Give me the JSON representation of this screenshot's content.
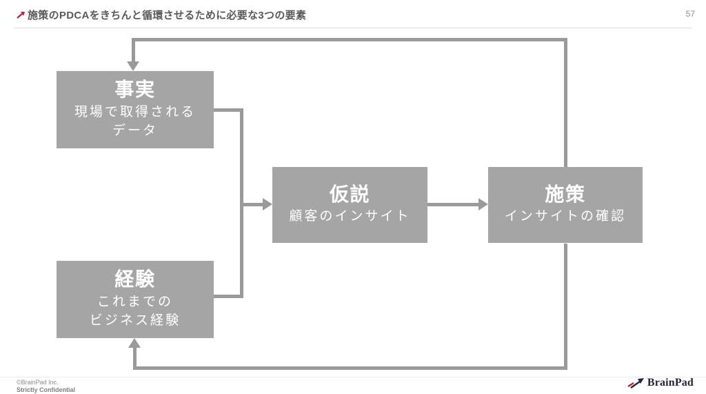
{
  "header": {
    "title": "施策のPDCAをきちんと循環させるために必要な3つの要素",
    "page_number": "57"
  },
  "diagram": {
    "boxes": [
      {
        "id": "fact",
        "title": "事実",
        "lines": [
          "現場で取得される",
          "データ"
        ]
      },
      {
        "id": "experience",
        "title": "経験",
        "lines": [
          "これまでの",
          "ビジネス経験"
        ]
      },
      {
        "id": "hypothesis",
        "title": "仮説",
        "lines": [
          "顧客のインサイト"
        ]
      },
      {
        "id": "measure",
        "title": "施策",
        "lines": [
          "インサイトの確認"
        ]
      }
    ]
  },
  "footer": {
    "copyright": "©BrainPad Inc.",
    "confidential": "Strictly Confidential",
    "logo_text": "BrainPad"
  },
  "colors": {
    "box_gray": "#a5a5a5",
    "connector_gray": "#9a9a9a",
    "accent_red": "#c01f2f",
    "title_gray": "#595959"
  }
}
